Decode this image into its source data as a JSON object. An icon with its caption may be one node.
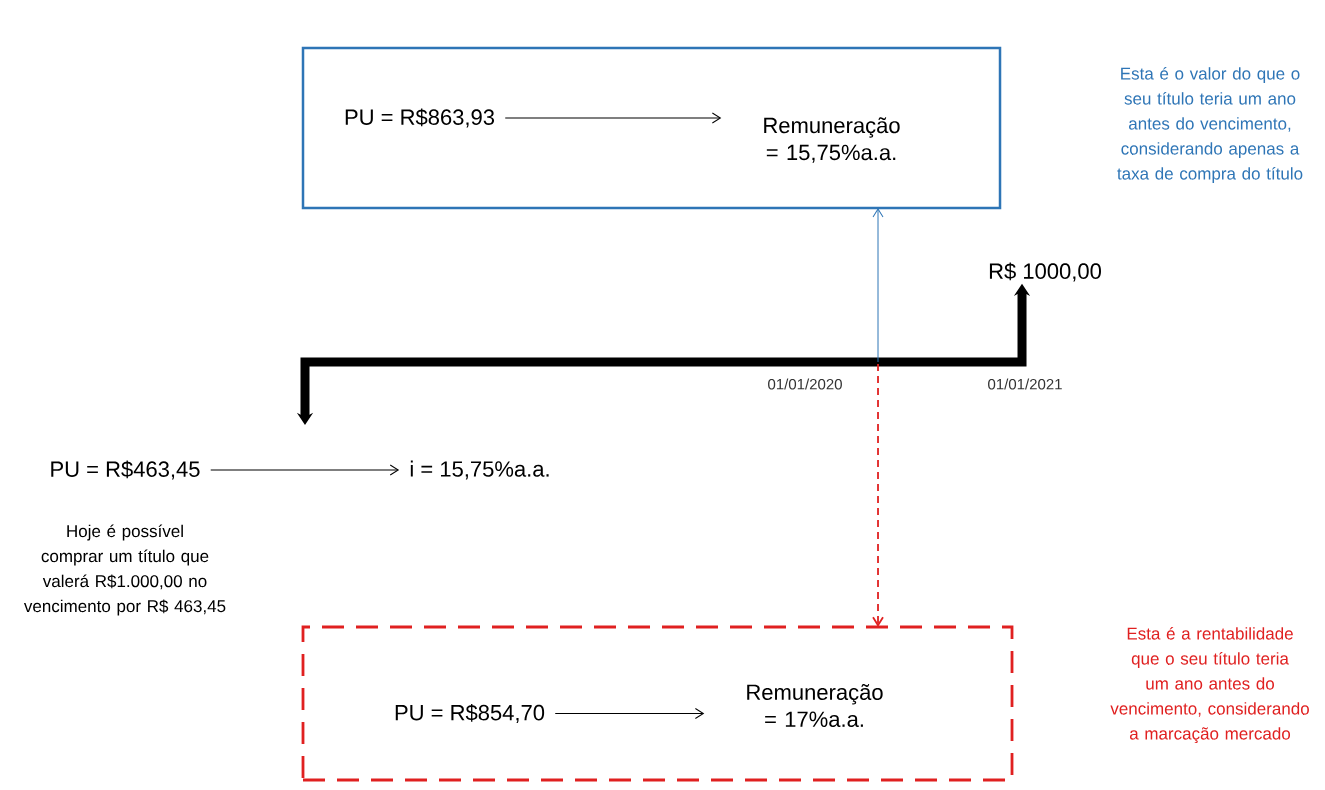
{
  "diagram": {
    "nodes": [
      {
        "text": [],
        "shape": "box"
      },
      {
        "text": [
          "PU = R$863,93"
        ],
        "in": 0
      },
      {
        "text": [
          "Remuneração = 15,75%a.a."
        ],
        "in": 0
      },
      {
        "text": [
          "R$ 1000,00"
        ]
      },
      {
        "text": [
          "PU = R$463,45"
        ],
        "beside": [
          "Hoje é possível comprar um título que valerá R$1.000,00 no vencimento por R$ 463,45"
        ]
      },
      {
        "text": [
          "i = 15,75%a.a."
        ]
      },
      {
        "text": [],
        "shape": "box"
      },
      {
        "text": [
          "PU = R$854,70"
        ],
        "in": 6
      },
      {
        "text": [
          "Remuneração = 17%a.a."
        ],
        "in": 6
      }
    ],
    "edges": [
      {
        "from": 1,
        "to": 2,
        "arrow": "to"
      },
      {
        "from": null,
        "to": 3,
        "arrow": "both",
        "style": "thick"
      },
      {
        "from": 4,
        "to": 5,
        "arrow": "to"
      },
      {
        "from": null,
        "to": 0,
        "arrow": "to",
        "color": "#2e75b6"
      },
      {
        "from": null,
        "to": 6,
        "arrow": "to",
        "style": "dashed",
        "color": "#e02020"
      },
      {
        "from": 7,
        "to": 8,
        "arrow": "to"
      }
    ],
    "labels": [
      "Esta é o valor do que o seu título teria um ano antes do vencimento, considerando apenas a taxa de compra do título",
      "01/01/2020",
      "01/01/2021",
      "Esta é a rentabilidade que o seu título teria um ano antes do vencimento, considerando a marcação mercado"
    ]
  }
}
